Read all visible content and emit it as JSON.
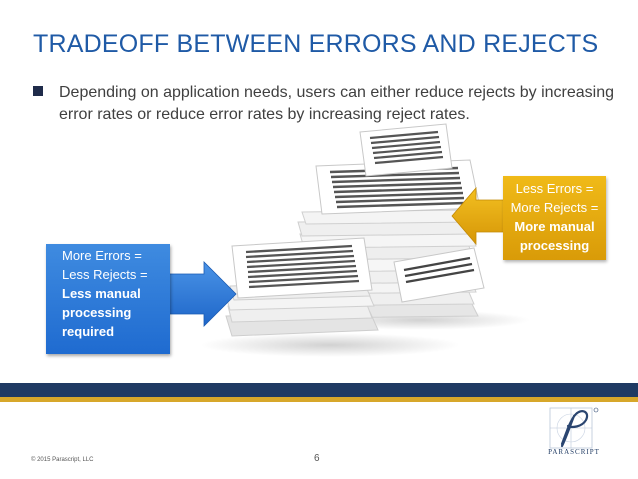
{
  "slide": {
    "title": "TRADEOFF BETWEEN ERRORS AND REJECTS",
    "bullet": "Depending on application needs, users can either reduce rejects by increasing error rates or reduce error rates by increasing reject rates.",
    "left_callout": {
      "line1": "More Errors =",
      "line2": "Less Rejects =",
      "line3": "Less manual",
      "line4": "processing",
      "line5": "required"
    },
    "right_callout": {
      "line1": "Less Errors =",
      "line2": "More Rejects =",
      "line3": "More manual",
      "line4": "processing"
    }
  },
  "footer": {
    "copyright": "© 2015 Parascript, LLC",
    "page_number": "6",
    "logo_text": "PARASCRIPT"
  },
  "colors": {
    "title": "#1f5aa6",
    "left_callout": "#2a78d8",
    "right_callout": "#e9ad10",
    "band_dark": "#1f3a63",
    "band_gold": "#d7a72a"
  },
  "icons": {
    "bullet": "square-bullet-icon",
    "illustration": "document-stacks-illustration",
    "logo": "parascript-logo-icon"
  }
}
